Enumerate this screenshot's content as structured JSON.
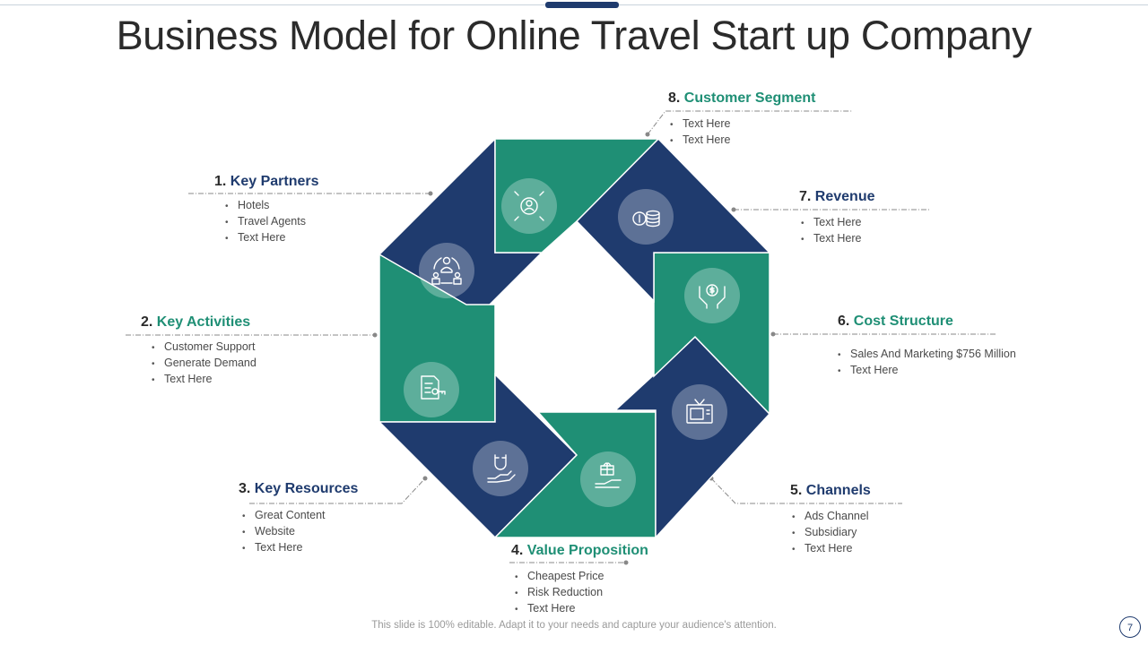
{
  "title": "Business Model for Online Travel Start up Company",
  "colors": {
    "navy": "#1f3b6e",
    "green": "#1f8f75",
    "icon_circle": "rgba(255,255,255,0.28)"
  },
  "sections": [
    {
      "num": "1.",
      "label": "Key Partners",
      "color": "navy",
      "icon": "people-cycle-icon",
      "items": [
        "Hotels",
        "Travel  Agents",
        "Text Here"
      ]
    },
    {
      "num": "2.",
      "label": "Key Activities",
      "color": "green",
      "icon": "document-key-icon",
      "items": [
        "Customer Support",
        "Generate  Demand",
        "Text Here"
      ]
    },
    {
      "num": "3.",
      "label": "Key Resources",
      "color": "navy",
      "icon": "hand-magnet-icon",
      "items": [
        "Great  Content",
        "Website",
        "Text Here"
      ]
    },
    {
      "num": "4.",
      "label": "Value Proposition",
      "color": "green",
      "icon": "hand-gift-icon",
      "items": [
        "Cheapest Price",
        "Risk Reduction",
        "Text Here"
      ]
    },
    {
      "num": "5.",
      "label": "Channels",
      "color": "navy",
      "icon": "tv-icon",
      "items": [
        "Ads Channel",
        "Subsidiary",
        "Text Here"
      ]
    },
    {
      "num": "6.",
      "label": "Cost Structure",
      "color": "green",
      "icon": "hands-dollar-icon",
      "items": [
        "Sales And Marketing $756 Million",
        "Text Here"
      ]
    },
    {
      "num": "7.",
      "label": "Revenue",
      "color": "navy",
      "icon": "coins-icon",
      "items": [
        "Text Here",
        "Text Here"
      ]
    },
    {
      "num": "8.",
      "label": "Customer Segment",
      "color": "green",
      "icon": "target-person-icon",
      "items": [
        "Text Here",
        "Text Here"
      ]
    }
  ],
  "footer": "This slide is 100% editable. Adapt it to your needs and capture your audience's attention.",
  "page_number": "7"
}
